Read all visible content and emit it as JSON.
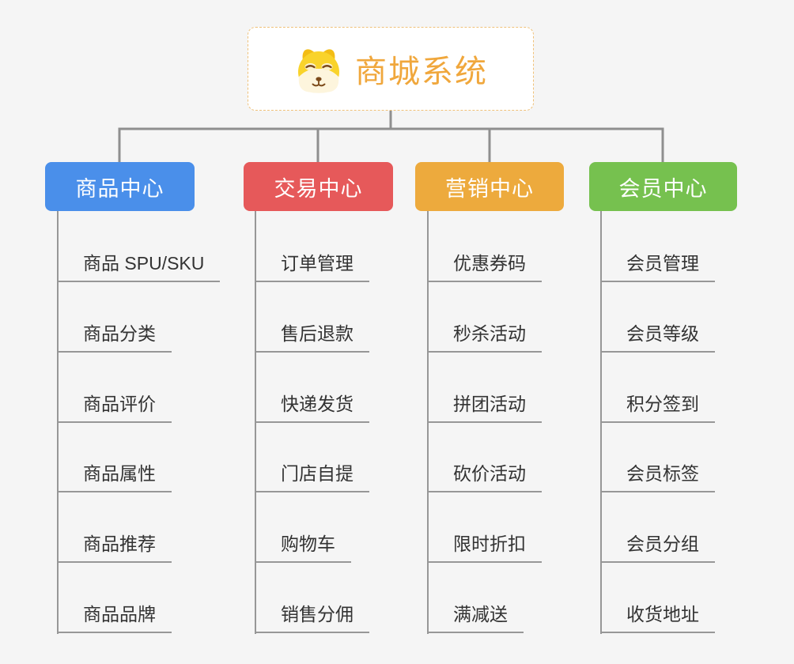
{
  "root": {
    "title": "商城系统",
    "icon": "doge-icon"
  },
  "branches": [
    {
      "label": "商品中心",
      "color": "#4a8fea",
      "children": [
        "商品 SPU/SKU",
        "商品分类",
        "商品评价",
        "商品属性",
        "商品推荐",
        "商品品牌"
      ]
    },
    {
      "label": "交易中心",
      "color": "#e6595a",
      "children": [
        "订单管理",
        "售后退款",
        "快递发货",
        "门店自提",
        "购物车",
        "销售分佣"
      ]
    },
    {
      "label": "营销中心",
      "color": "#edaa3d",
      "children": [
        "优惠券码",
        "秒杀活动",
        "拼团活动",
        "砍价活动",
        "限时折扣",
        "满减送"
      ]
    },
    {
      "label": "会员中心",
      "color": "#76c14f",
      "children": [
        "会员管理",
        "会员等级",
        "积分签到",
        "会员标签",
        "会员分组",
        "收货地址"
      ]
    }
  ],
  "colors": {
    "background": "#f5f5f5",
    "connector": "#8f8f8f",
    "underline": "#979797",
    "root_text": "#f0a73c",
    "root_border": "#efc179",
    "child_text": "#333333"
  }
}
